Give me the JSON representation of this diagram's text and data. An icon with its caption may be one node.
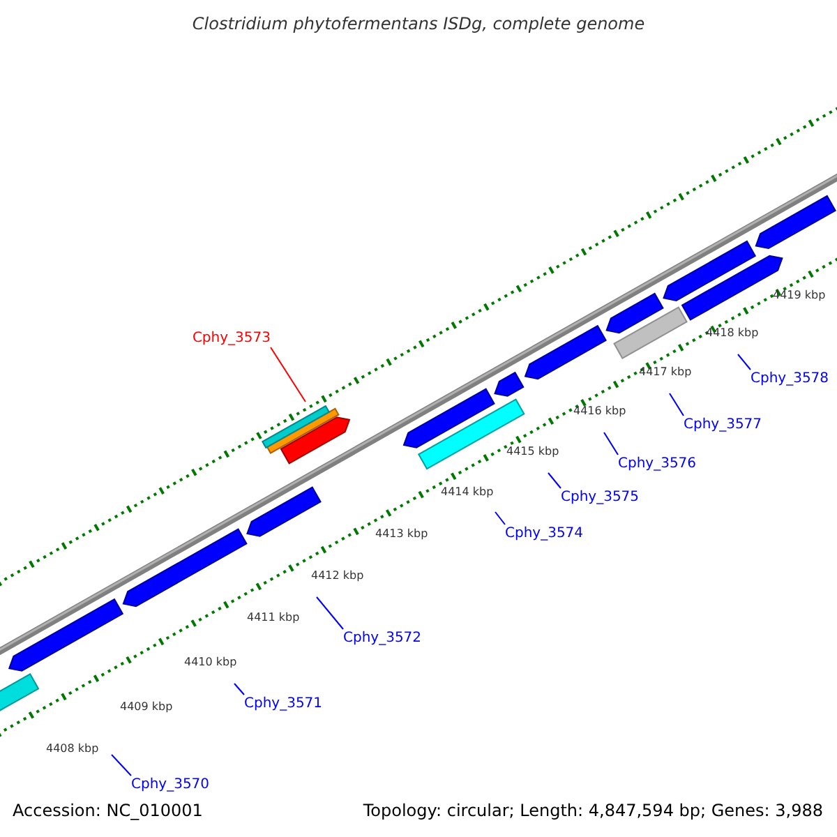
{
  "diagram": {
    "title": "Clostridium phytofermentans ISDg, complete genome",
    "nodes": [
      {
        "text": [
          "Cphy_3573"
        ]
      },
      {
        "text": [
          "Cphy_3578"
        ]
      },
      {
        "text": [
          "Cphy_3577"
        ]
      },
      {
        "text": [
          "Cphy_3576"
        ]
      },
      {
        "text": [
          "Cphy_3575"
        ]
      },
      {
        "text": [
          "Cphy_3574"
        ]
      },
      {
        "text": [
          "Cphy_3572"
        ]
      },
      {
        "text": [
          "Cphy_3571"
        ]
      },
      {
        "text": [
          "Cphy_3570"
        ]
      }
    ],
    "edges": [
      {
        "from": 0,
        "to": null,
        "arrow": "none",
        "color": "#ff0000"
      },
      {
        "from": 1,
        "to": null,
        "arrow": "none"
      },
      {
        "from": 2,
        "to": null,
        "arrow": "none"
      },
      {
        "from": 3,
        "to": null,
        "arrow": "none"
      },
      {
        "from": 4,
        "to": null,
        "arrow": "none"
      },
      {
        "from": 5,
        "to": null,
        "arrow": "none"
      },
      {
        "from": 6,
        "to": null,
        "arrow": "none"
      },
      {
        "from": 7,
        "to": null,
        "arrow": "none"
      },
      {
        "from": 8,
        "to": null,
        "arrow": "none"
      }
    ],
    "labels": [
      "4419 kbp",
      "4418 kbp",
      "4417 kbp",
      "4416 kbp",
      "4415 kbp",
      "4414 kbp",
      "4413 kbp",
      "4412 kbp",
      "4411 kbp",
      "4410 kbp",
      "4409 kbp",
      "4408 kbp",
      "Accession: NC_010001",
      "Topology: circular; Length: 4,847,594 bp; Genes: 3,988"
    ]
  }
}
